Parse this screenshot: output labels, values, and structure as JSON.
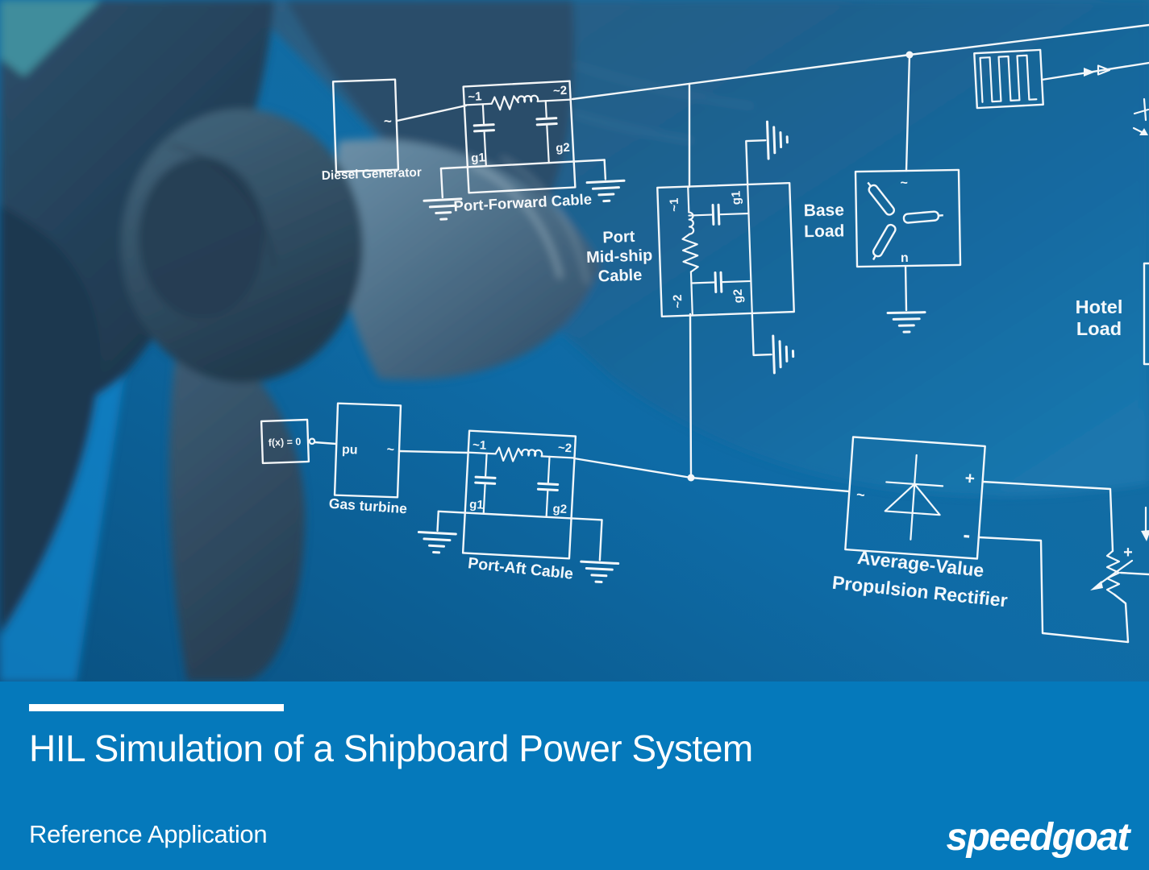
{
  "banner": {
    "title": "HIL Simulation of a Shipboard Power System",
    "subtitle": "Reference Application",
    "logo_text": "speedgoat",
    "bg_color": "#0579bb"
  },
  "diagram": {
    "stroke_color": "#ffffff",
    "blocks": {
      "diesel_generator": {
        "label": "Diesel Generator",
        "port_ac": "~"
      },
      "port_forward_cable": {
        "label": "Port-Forward Cable",
        "port_ac1": "~1",
        "port_ac2": "~2",
        "port_g1": "g1",
        "port_g2": "g2"
      },
      "port_midship_cable": {
        "label_line1": "Port",
        "label_line2": "Mid-ship",
        "label_line3": "Cable",
        "port_ac1": "~1",
        "port_ac2": "~2",
        "port_g1": "g1",
        "port_g2": "g2"
      },
      "base_load": {
        "label_line1": "Base",
        "label_line2": "Load",
        "port_ac": "~",
        "port_n": "n"
      },
      "hotel_load": {
        "label_line1": "Hotel",
        "label_line2": "Load"
      },
      "fx_solver": {
        "label": "f(x) = 0"
      },
      "gas_turbine": {
        "label": "Gas turbine",
        "port_pu": "pu",
        "port_ac": "~"
      },
      "port_aft_cable": {
        "label": "Port-Aft Cable",
        "port_ac1": "~1",
        "port_ac2": "~2",
        "port_g1": "g1",
        "port_g2": "g2"
      },
      "propulsion_rectifier": {
        "label_line1": "Average-Value",
        "label_line2": "Propulsion Rectifier",
        "port_ac": "~",
        "port_plus": "+",
        "port_minus": "-"
      },
      "dc_load": {
        "port_plus": "+"
      }
    }
  }
}
